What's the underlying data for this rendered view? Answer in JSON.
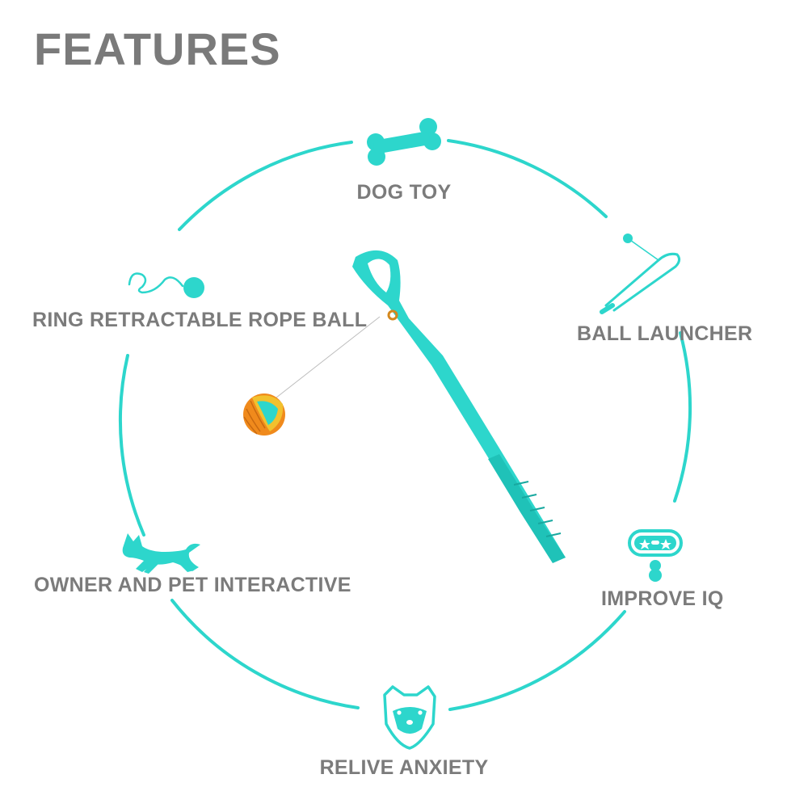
{
  "heading": "FEATURES",
  "colors": {
    "accent": "#2dd6cc",
    "heading": "#7a7a7a",
    "label": "#7b7b7b",
    "ball_orange": "#f08a1c",
    "ball_yellow": "#f2c12e"
  },
  "features": {
    "dog_toy": {
      "label": "DOG TOY",
      "icon": "bone-icon"
    },
    "ball_launcher": {
      "label": "BALL LAUNCHER",
      "icon": "ball-launcher-icon"
    },
    "rope_ball": {
      "label": "RING RETRACTABLE ROPE BALL",
      "icon": "rope-ball-icon"
    },
    "owner_pet": {
      "label": "OWNER AND PET INTERACTIVE",
      "icon": "running-dog-icon"
    },
    "improve_iq": {
      "label": "IMPROVE IQ",
      "icon": "collar-icon"
    },
    "relive_anxiety": {
      "label": "RELIVE ANXIETY",
      "icon": "shiba-face-icon"
    }
  },
  "product": {
    "name": "ball launcher with rope ball"
  }
}
